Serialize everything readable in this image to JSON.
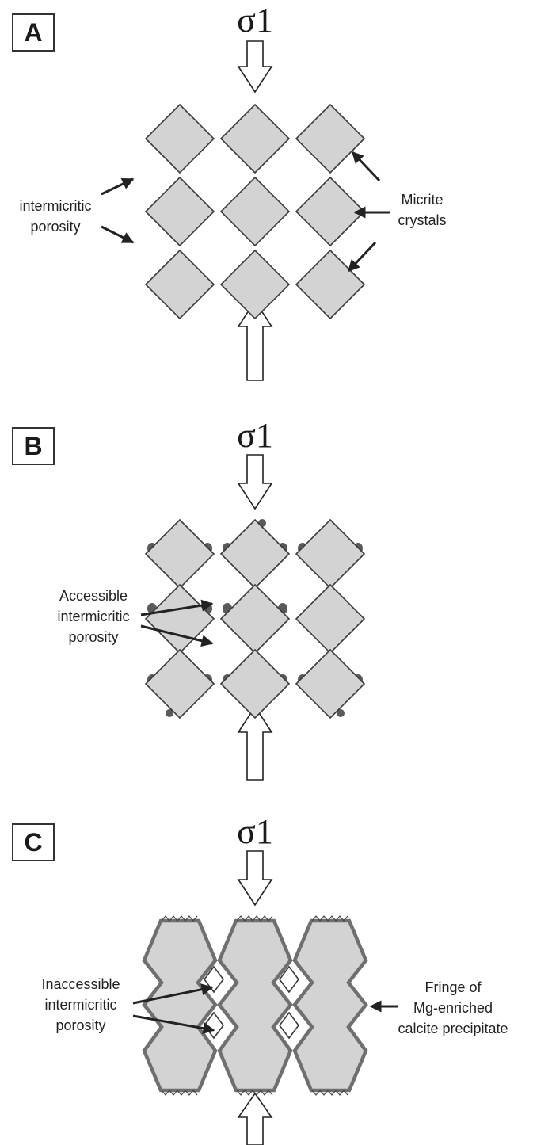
{
  "colors": {
    "crystal_fill": "#d3d3d3",
    "crystal_stroke": "#3a3a3a",
    "fringe": "#6f6f6f",
    "ink": "#222222"
  },
  "stress_symbol": "σ1",
  "panels": [
    {
      "id": "A",
      "labels": {
        "left": [
          "intermicritic",
          "porosity"
        ],
        "right": [
          "Micrite",
          "crystals"
        ]
      }
    },
    {
      "id": "B",
      "labels": {
        "left": [
          "Accessible",
          "intermicritic",
          "porosity"
        ]
      }
    },
    {
      "id": "C",
      "labels": {
        "left": [
          "Inaccessible",
          "intermicritic",
          "porosity"
        ],
        "right": [
          "Fringe of",
          "Mg-enriched",
          "calcite precipitate"
        ]
      }
    }
  ]
}
